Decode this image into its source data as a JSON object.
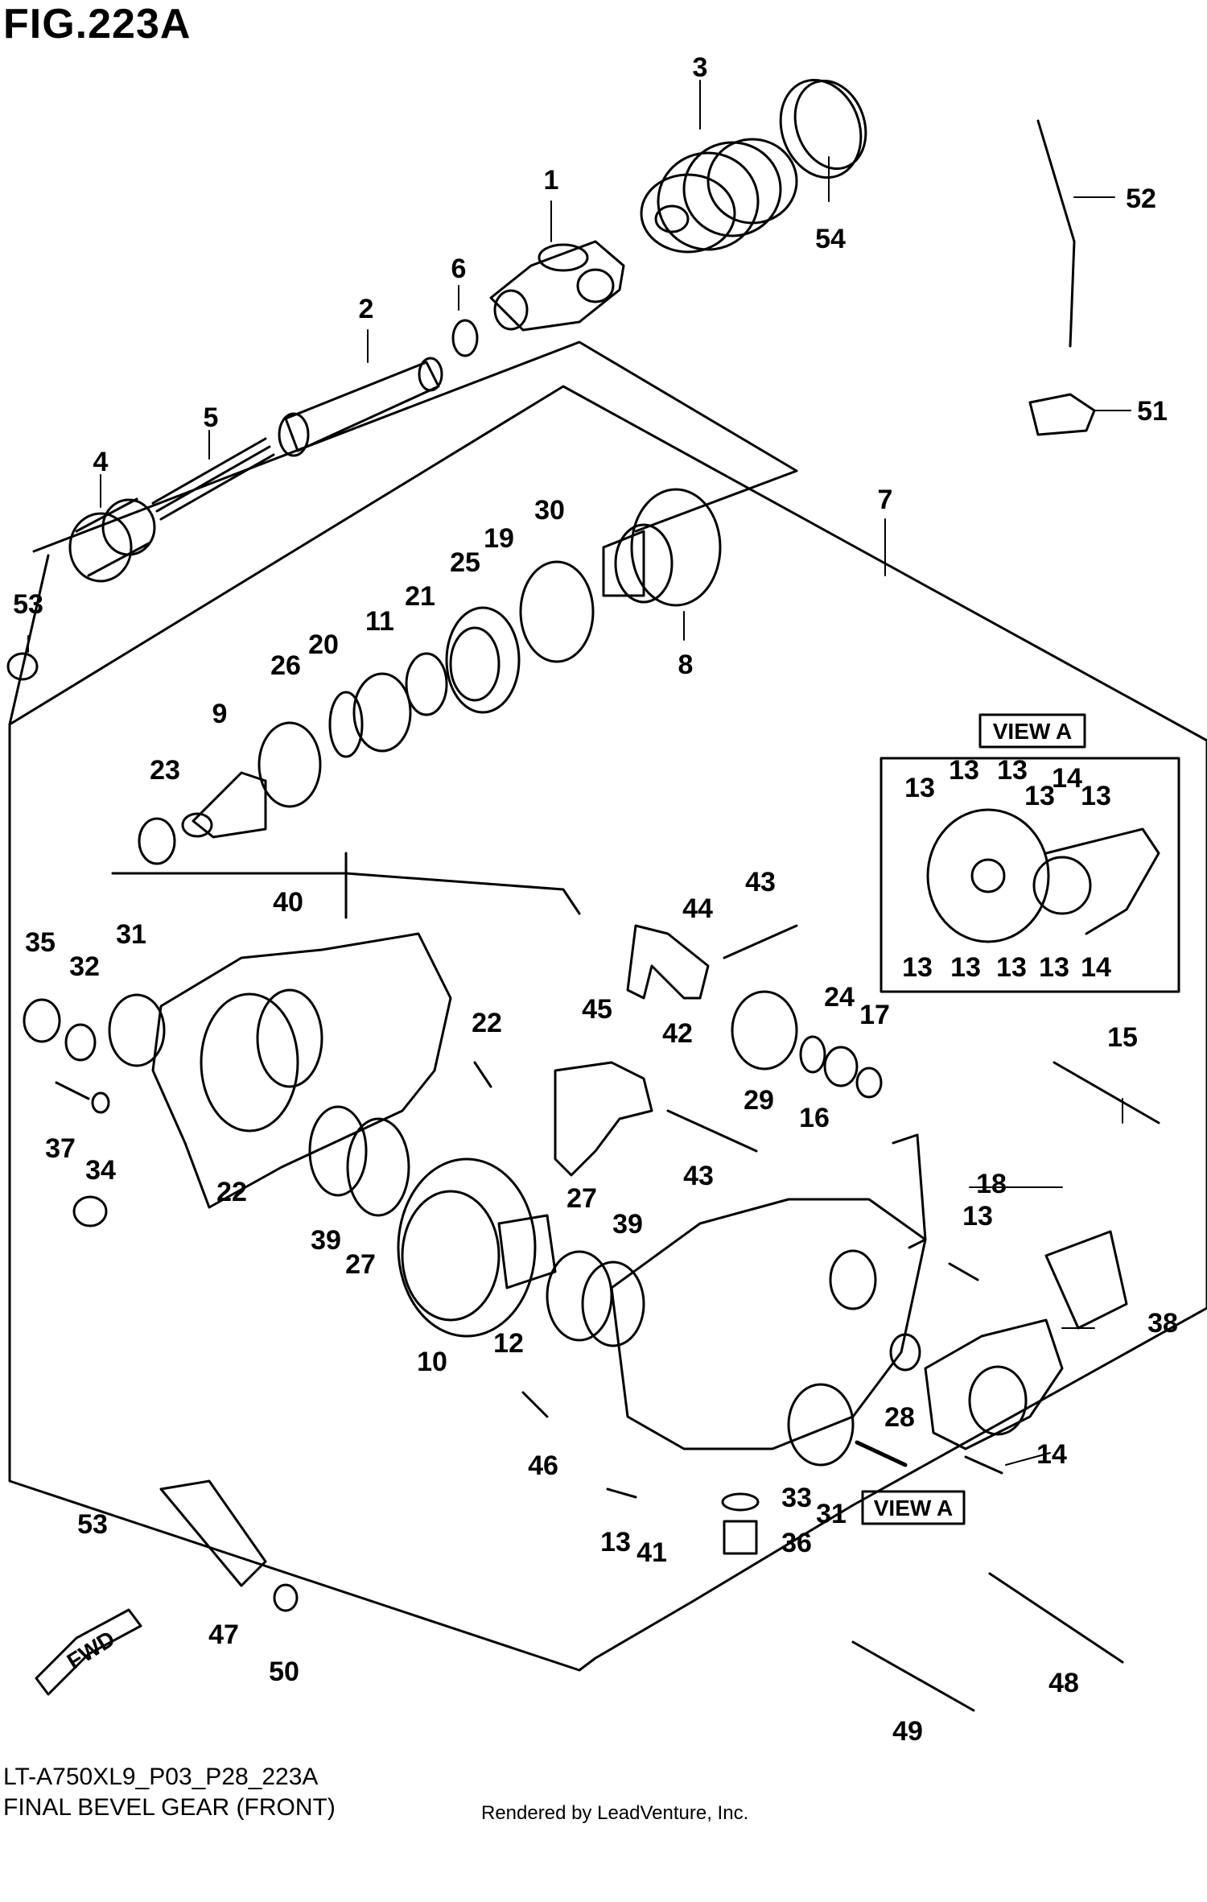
{
  "header": {
    "figure_title": "FIG.223A"
  },
  "footer": {
    "model_code": "LT-A750XL9_P03_P28_223A",
    "diagram_name": "FINAL BEVEL GEAR (FRONT)",
    "credit": "Rendered by LeadVenture, Inc."
  },
  "view_labels": {
    "inset_title": "VIEW A",
    "arrow_label": "VIEW A",
    "fwd_label": "FWD"
  },
  "callouts": {
    "c1": "1",
    "c2": "2",
    "c3": "3",
    "c4": "4",
    "c5": "5",
    "c6": "6",
    "c7": "7",
    "c8": "8",
    "c9": "9",
    "c10": "10",
    "c11": "11",
    "c12": "12",
    "c13": "13",
    "c14": "14",
    "c15": "15",
    "c16": "16",
    "c17": "17",
    "c18": "18",
    "c19": "19",
    "c20": "20",
    "c21": "21",
    "c22": "22",
    "c23": "23",
    "c24": "24",
    "c25": "25",
    "c26": "26",
    "c27": "27",
    "c28": "28",
    "c29": "29",
    "c30": "30",
    "c31": "31",
    "c32": "32",
    "c33": "33",
    "c34": "34",
    "c35": "35",
    "c36": "36",
    "c37": "37",
    "c38": "38",
    "c39": "39",
    "c40": "40",
    "c41": "41",
    "c42": "42",
    "c43": "43",
    "c44": "44",
    "c45": "45",
    "c46": "46",
    "c47": "47",
    "c48": "48",
    "c49": "49",
    "c50": "50",
    "c51": "51",
    "c52": "52",
    "c53": "53",
    "c54": "54"
  }
}
